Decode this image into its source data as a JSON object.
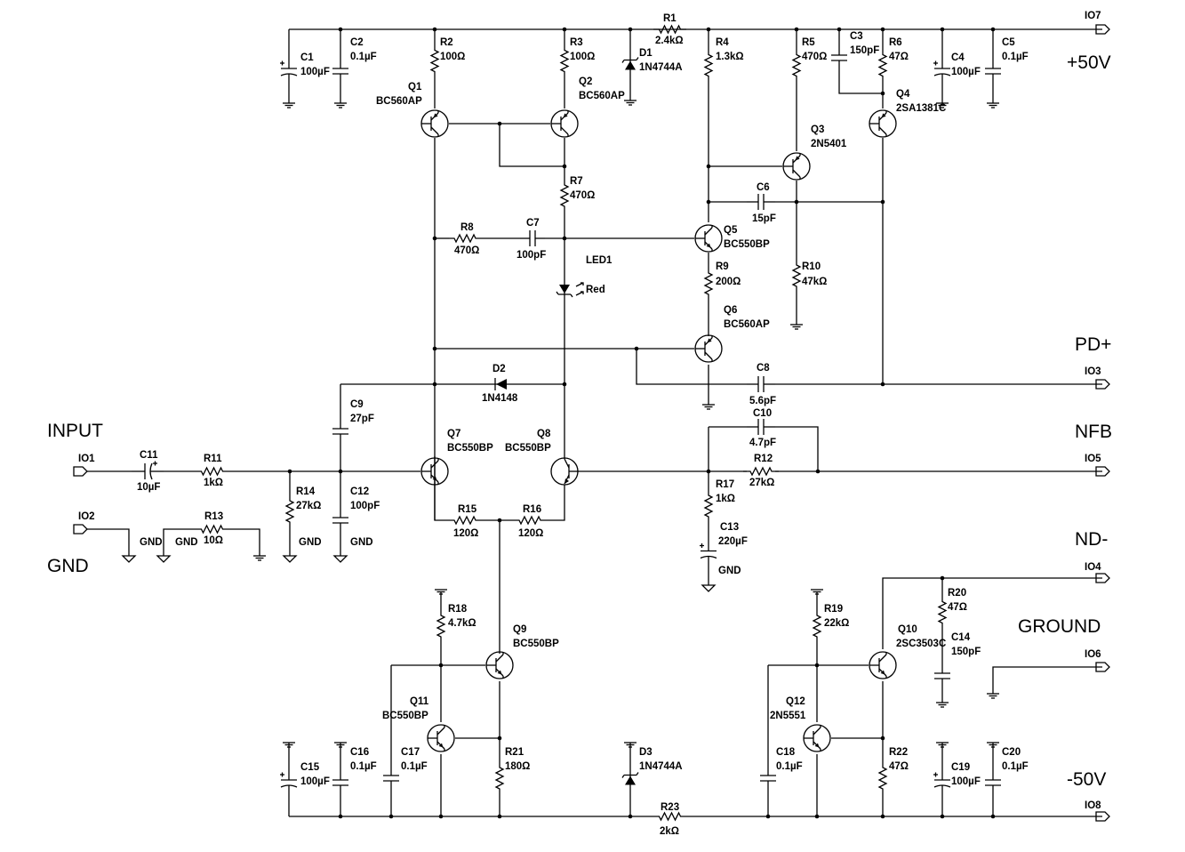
{
  "net_labels": {
    "pos_rail": "+50V",
    "neg_rail": "-50V",
    "pd": "PD+",
    "nfb": "NFB",
    "nd": "ND-",
    "input": "INPUT",
    "gnd": "GND",
    "ground": "GROUND"
  },
  "ports": {
    "io1": "IO1",
    "io2": "IO2",
    "io3": "IO3",
    "io4": "IO4",
    "io5": "IO5",
    "io6": "IO6",
    "io7": "IO7",
    "io8": "IO8"
  },
  "gnd_text": "GND",
  "components": {
    "C1": {
      "ref": "C1",
      "value": "100µF"
    },
    "C2": {
      "ref": "C2",
      "value": "0.1µF"
    },
    "R2": {
      "ref": "R2",
      "value": "100Ω"
    },
    "R3": {
      "ref": "R3",
      "value": "100Ω"
    },
    "D1": {
      "ref": "D1",
      "value": "1N4744A"
    },
    "R1": {
      "ref": "R1",
      "value": "2.4kΩ"
    },
    "R4": {
      "ref": "R4",
      "value": "1.3kΩ"
    },
    "R5": {
      "ref": "R5",
      "value": "470Ω"
    },
    "C3": {
      "ref": "C3",
      "value": "150pF"
    },
    "R6": {
      "ref": "R6",
      "value": "47Ω"
    },
    "C4": {
      "ref": "C4",
      "value": "100µF"
    },
    "C5": {
      "ref": "C5",
      "value": "0.1µF"
    },
    "Q1": {
      "ref": "Q1",
      "value": "BC560AP"
    },
    "Q2": {
      "ref": "Q2",
      "value": "BC560AP"
    },
    "Q4": {
      "ref": "Q4",
      "value": "2SA1381C"
    },
    "Q3": {
      "ref": "Q3",
      "value": "2N5401"
    },
    "R7": {
      "ref": "R7",
      "value": "470Ω"
    },
    "C6": {
      "ref": "C6",
      "value": "15pF"
    },
    "R8": {
      "ref": "R8",
      "value": "470Ω"
    },
    "C7": {
      "ref": "C7",
      "value": "100pF"
    },
    "Q5": {
      "ref": "Q5",
      "value": "BC550BP"
    },
    "LED1": {
      "ref": "LED1",
      "value": "Red"
    },
    "R9": {
      "ref": "R9",
      "value": "200Ω"
    },
    "R10": {
      "ref": "R10",
      "value": "47kΩ"
    },
    "Q6": {
      "ref": "Q6",
      "value": "BC560AP"
    },
    "D2": {
      "ref": "D2",
      "value": "1N4148"
    },
    "C8": {
      "ref": "C8",
      "value": "5.6pF"
    },
    "C9": {
      "ref": "C9",
      "value": "27pF"
    },
    "C10": {
      "ref": "C10",
      "value": "4.7pF"
    },
    "Q7": {
      "ref": "Q7",
      "value": "BC550BP"
    },
    "Q8": {
      "ref": "Q8",
      "value": "BC550BP"
    },
    "C11": {
      "ref": "C11",
      "value": "10µF"
    },
    "R11": {
      "ref": "R11",
      "value": "1kΩ"
    },
    "R12": {
      "ref": "R12",
      "value": "27kΩ"
    },
    "R13": {
      "ref": "R13",
      "value": "10Ω"
    },
    "R14": {
      "ref": "R14",
      "value": "27kΩ"
    },
    "C12": {
      "ref": "C12",
      "value": "100pF"
    },
    "R17": {
      "ref": "R17",
      "value": "1kΩ"
    },
    "R15": {
      "ref": "R15",
      "value": "120Ω"
    },
    "R16": {
      "ref": "R16",
      "value": "120Ω"
    },
    "C13": {
      "ref": "C13",
      "value": "220µF"
    },
    "R18": {
      "ref": "R18",
      "value": "4.7kΩ"
    },
    "Q9": {
      "ref": "Q9",
      "value": "BC550BP"
    },
    "R19": {
      "ref": "R19",
      "value": "22kΩ"
    },
    "R20": {
      "ref": "R20",
      "value": "47Ω"
    },
    "Q10": {
      "ref": "Q10",
      "value": "2SC3503C"
    },
    "C14": {
      "ref": "C14",
      "value": "150pF"
    },
    "Q11": {
      "ref": "Q11",
      "value": "BC550BP"
    },
    "Q12": {
      "ref": "Q12",
      "value": "2N5551"
    },
    "C15": {
      "ref": "C15",
      "value": "100µF"
    },
    "C16": {
      "ref": "C16",
      "value": "0.1µF"
    },
    "C17": {
      "ref": "C17",
      "value": "0.1µF"
    },
    "R21": {
      "ref": "R21",
      "value": "180Ω"
    },
    "D3": {
      "ref": "D3",
      "value": "1N4744A"
    },
    "C18": {
      "ref": "C18",
      "value": "0.1µF"
    },
    "R22": {
      "ref": "R22",
      "value": "47Ω"
    },
    "C19": {
      "ref": "C19",
      "value": "100µF"
    },
    "C20": {
      "ref": "C20",
      "value": "0.1µF"
    },
    "R23": {
      "ref": "R23",
      "value": "2kΩ"
    }
  }
}
